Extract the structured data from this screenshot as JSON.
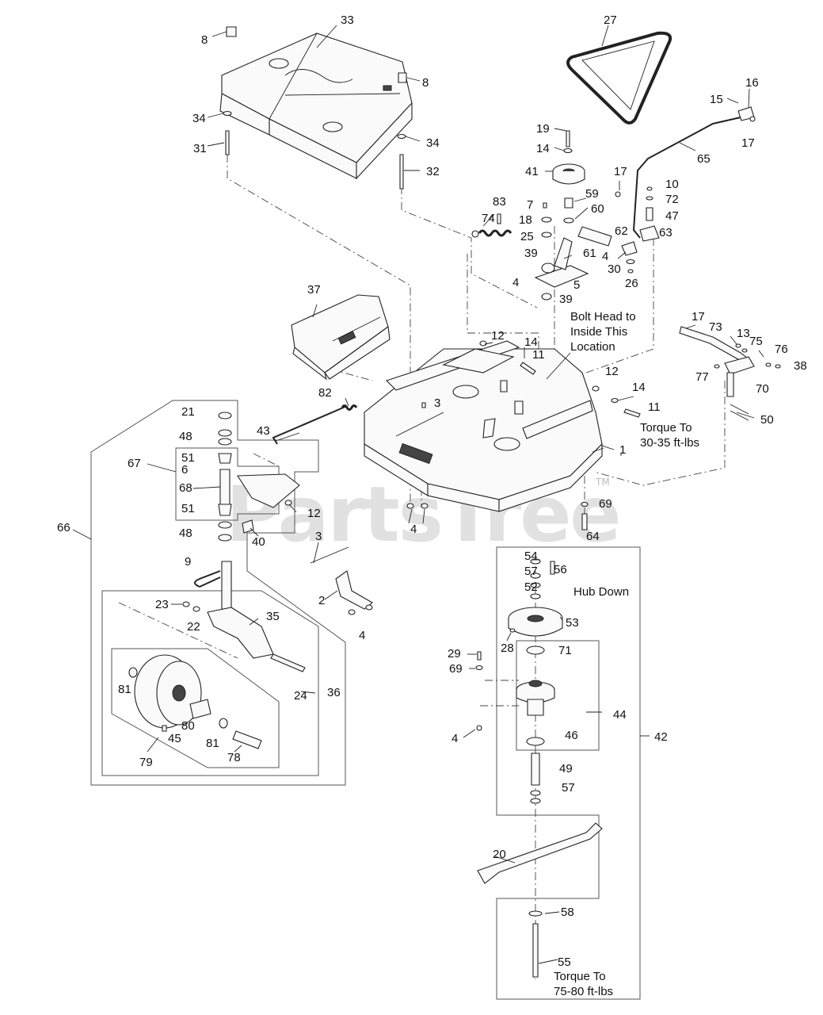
{
  "watermark": {
    "text": "PartsTree",
    "trademark": "TM"
  },
  "callouts": [
    {
      "id": "c8a",
      "label": "8"
    },
    {
      "id": "c33",
      "label": "33"
    },
    {
      "id": "c8b",
      "label": "8"
    },
    {
      "id": "c34a",
      "label": "34"
    },
    {
      "id": "c31",
      "label": "31"
    },
    {
      "id": "c34b",
      "label": "34"
    },
    {
      "id": "c32",
      "label": "32"
    },
    {
      "id": "c27",
      "label": "27"
    },
    {
      "id": "c16",
      "label": "16"
    },
    {
      "id": "c15",
      "label": "15"
    },
    {
      "id": "c17a",
      "label": "17"
    },
    {
      "id": "c65",
      "label": "65"
    },
    {
      "id": "c19",
      "label": "19"
    },
    {
      "id": "c14a",
      "label": "14"
    },
    {
      "id": "c41",
      "label": "41"
    },
    {
      "id": "c17b",
      "label": "17"
    },
    {
      "id": "c10",
      "label": "10"
    },
    {
      "id": "c72",
      "label": "72"
    },
    {
      "id": "c47",
      "label": "47"
    },
    {
      "id": "c83",
      "label": "83"
    },
    {
      "id": "c7",
      "label": "7"
    },
    {
      "id": "c59",
      "label": "59"
    },
    {
      "id": "c60",
      "label": "60"
    },
    {
      "id": "c74",
      "label": "74"
    },
    {
      "id": "c18",
      "label": "18"
    },
    {
      "id": "c25",
      "label": "25"
    },
    {
      "id": "c62",
      "label": "62"
    },
    {
      "id": "c63",
      "label": "63"
    },
    {
      "id": "c39a",
      "label": "39"
    },
    {
      "id": "c61",
      "label": "61"
    },
    {
      "id": "c4a",
      "label": "4"
    },
    {
      "id": "c30",
      "label": "30"
    },
    {
      "id": "c26",
      "label": "26"
    },
    {
      "id": "c4b",
      "label": "4"
    },
    {
      "id": "c5",
      "label": "5"
    },
    {
      "id": "c39b",
      "label": "39"
    },
    {
      "id": "c37",
      "label": "37"
    },
    {
      "id": "c17c",
      "label": "17"
    },
    {
      "id": "c73",
      "label": "73"
    },
    {
      "id": "c12a",
      "label": "12"
    },
    {
      "id": "c14b",
      "label": "14"
    },
    {
      "id": "c13",
      "label": "13"
    },
    {
      "id": "c75",
      "label": "75"
    },
    {
      "id": "c76",
      "label": "76"
    },
    {
      "id": "c11a",
      "label": "11"
    },
    {
      "id": "c38",
      "label": "38"
    },
    {
      "id": "c77",
      "label": "77"
    },
    {
      "id": "c70",
      "label": "70"
    },
    {
      "id": "c12b",
      "label": "12"
    },
    {
      "id": "c82",
      "label": "82"
    },
    {
      "id": "c14c",
      "label": "14"
    },
    {
      "id": "c3a",
      "label": "3"
    },
    {
      "id": "c11b",
      "label": "11"
    },
    {
      "id": "c50",
      "label": "50"
    },
    {
      "id": "c21",
      "label": "21"
    },
    {
      "id": "c43",
      "label": "43"
    },
    {
      "id": "c48a",
      "label": "48"
    },
    {
      "id": "c1",
      "label": "1"
    },
    {
      "id": "c51a",
      "label": "51"
    },
    {
      "id": "c67",
      "label": "67"
    },
    {
      "id": "c6",
      "label": "6"
    },
    {
      "id": "c68",
      "label": "68"
    },
    {
      "id": "c69a",
      "label": "69"
    },
    {
      "id": "c51b",
      "label": "51"
    },
    {
      "id": "c12c",
      "label": "12"
    },
    {
      "id": "c4c",
      "label": "4"
    },
    {
      "id": "c66",
      "label": "66"
    },
    {
      "id": "c48b",
      "label": "48"
    },
    {
      "id": "c40",
      "label": "40"
    },
    {
      "id": "c64",
      "label": "64"
    },
    {
      "id": "c3b",
      "label": "3"
    },
    {
      "id": "c54",
      "label": "54"
    },
    {
      "id": "c9",
      "label": "9"
    },
    {
      "id": "c57a",
      "label": "57"
    },
    {
      "id": "c56",
      "label": "56"
    },
    {
      "id": "c52",
      "label": "52"
    },
    {
      "id": "c2",
      "label": "2"
    },
    {
      "id": "c23",
      "label": "23"
    },
    {
      "id": "c22",
      "label": "22"
    },
    {
      "id": "c35",
      "label": "35"
    },
    {
      "id": "c53",
      "label": "53"
    },
    {
      "id": "c4d",
      "label": "4"
    },
    {
      "id": "c28",
      "label": "28"
    },
    {
      "id": "c29",
      "label": "29"
    },
    {
      "id": "c71",
      "label": "71"
    },
    {
      "id": "c69b",
      "label": "69"
    },
    {
      "id": "c81a",
      "label": "81"
    },
    {
      "id": "c24",
      "label": "24"
    },
    {
      "id": "c36",
      "label": "36"
    },
    {
      "id": "c44",
      "label": "44"
    },
    {
      "id": "c80",
      "label": "80"
    },
    {
      "id": "c4e",
      "label": "4"
    },
    {
      "id": "c45",
      "label": "45"
    },
    {
      "id": "c81b",
      "label": "81"
    },
    {
      "id": "c46",
      "label": "46"
    },
    {
      "id": "c42",
      "label": "42"
    },
    {
      "id": "c79",
      "label": "79"
    },
    {
      "id": "c78",
      "label": "78"
    },
    {
      "id": "c49",
      "label": "49"
    },
    {
      "id": "c57b",
      "label": "57"
    },
    {
      "id": "c20",
      "label": "20"
    },
    {
      "id": "c58",
      "label": "58"
    },
    {
      "id": "c55",
      "label": "55"
    }
  ],
  "notes": {
    "bolt_head": [
      "Bolt Head to",
      "Inside This",
      "Location"
    ],
    "torque_deck": [
      "Torque To",
      "30-35 ft-lbs"
    ],
    "hub_down": "Hub Down",
    "torque_blade": [
      "Torque To",
      "75-80 ft-lbs"
    ]
  }
}
